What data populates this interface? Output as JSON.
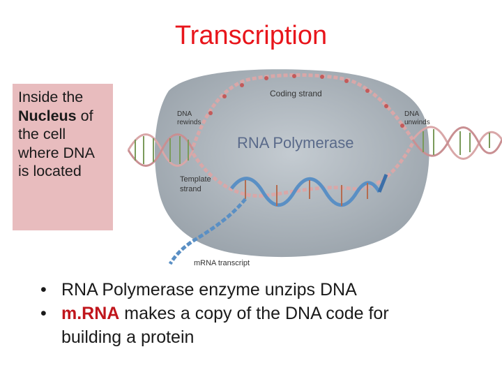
{
  "title": "Transcription",
  "sidebox": {
    "line1": "Inside the",
    "bold": "Nucleus",
    "line2_rest": " of",
    "line3": "the cell",
    "line4": "where DNA",
    "line5": "is located"
  },
  "diagram": {
    "enzyme_label": "RNA Polymerase",
    "coding_strand": "Coding strand",
    "dna_rewinds_1": "DNA",
    "dna_rewinds_2": "rewinds",
    "dna_unwinds_1": "DNA",
    "dna_unwinds_2": "unwinds",
    "template_1": "Template",
    "template_2": "strand",
    "mrna_transcript": "mRNA transcript"
  },
  "bullets": [
    {
      "text": "RNA Polymerase enzyme unzips DNA"
    },
    {
      "highlight": "m.RNA",
      "text": " makes a copy of the DNA code for",
      "text2": "building a protein"
    }
  ],
  "colors": {
    "title": "#e8151b",
    "sidebox_bg": "#e8bcbe",
    "blob": "#a9b1b8",
    "dna_strand": "#d9a7a8",
    "mrna": "#5a8fc4"
  }
}
